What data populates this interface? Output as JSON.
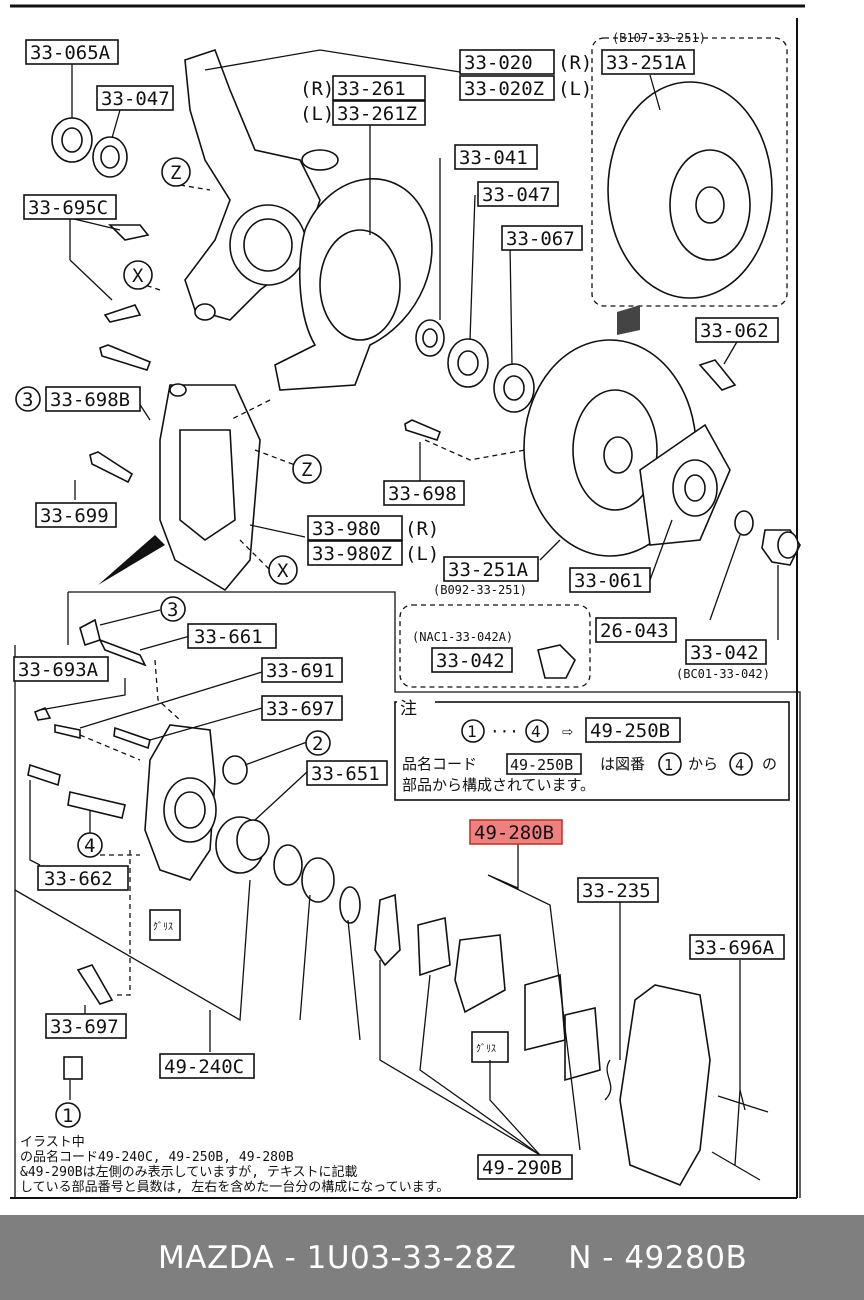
{
  "labels": {
    "l_33065A": "33-065A",
    "l_33047a": "33-047",
    "l_33020": "33-020",
    "l_33020R": "(R)",
    "l_33020Z": "33-020Z",
    "l_33020L": "(L)",
    "l_33261R": "(R)",
    "l_33261": "33-261",
    "l_33261L": "(L)",
    "l_33261Z": "33-261Z",
    "l_33251Aref": "(B107-33-251)",
    "l_33251A_top": "33-251A",
    "l_33041": "33-041",
    "l_33047b": "33-047",
    "l_33067": "33-067",
    "l_33695C": "33-695C",
    "l_33062": "33-062",
    "l_33698B_num": "3",
    "l_33698B": "33-698B",
    "l_33698": "33-698",
    "l_33699": "33-699",
    "l_33980": "33-980",
    "l_33980R": "(R)",
    "l_33980Z": "33-980Z",
    "l_33980L": "(L)",
    "l_33251A_bot": "33-251A",
    "l_33251A_botref": "(B092-33-251)",
    "l_33061": "33-061",
    "l_3": "3",
    "l_33661": "33-661",
    "l_26043": "26-043",
    "l_33693A": "33-693A",
    "l_33691": "33-691",
    "l_33042ref": "(NAC1-33-042A)",
    "l_33042a": "33-042",
    "l_33042b": "33-042",
    "l_33042bref": "(BC01-33-042)",
    "l_33697a": "33-697",
    "l_2": "2",
    "l_33651": "33-651",
    "l_4": "4",
    "l_33662": "33-662",
    "l_49280B": "49-280B",
    "l_33235": "33-235",
    "l_33696A": "33-696A",
    "l_33697b": "33-697",
    "l_49240C": "49-240C",
    "l_1": "1",
    "l_49290B": "49-290B",
    "l_Z1": "Z",
    "l_X1": "X",
    "l_Z2": "Z",
    "l_X2": "X",
    "pad_ja1": "ｸﾞﾘｽ",
    "pad_ja2": "ｸﾞﾘｽ"
  },
  "note_box": {
    "header": "注",
    "c1": "1",
    "dots": "···",
    "c4": "4",
    "arrow": "⇨",
    "ref": "49-250B",
    "line2a": "品名コード",
    "line2ref": "49-250B",
    "line2b": "は図番",
    "line2c1": "1",
    "line2mid": "から",
    "line2c4": "4",
    "line2end": "の",
    "line3": "部品から構成されています。"
  },
  "footnote": {
    "line1": "イラスト中",
    "line2": "の品名コード49-240C, 49-250B, 49-280B",
    "line3": "&49-290Bは左側のみ表示していますが, テキストに記載",
    "line4": "している部品番号と員数は, 左右を含めた一台分の構成になっています。"
  },
  "highlight_color": "#f08080",
  "caption": "MAZDA - 1U03-33-28Z     N - 49280B"
}
